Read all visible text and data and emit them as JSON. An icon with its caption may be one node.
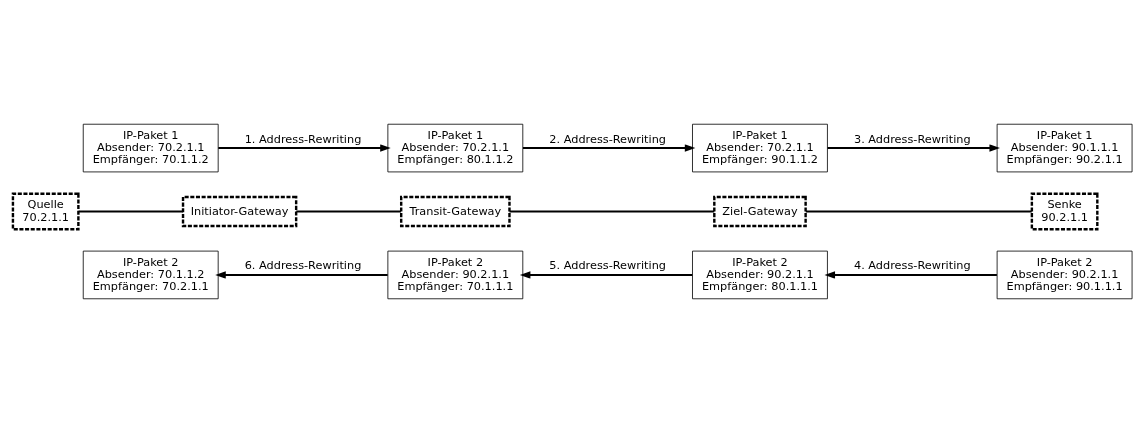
{
  "diagram": {
    "nodes": [
      {
        "text": [
          "IP-Paket 1",
          "Absender: 70.2.1.1",
          "Empfänger: 70.1.1.2"
        ]
      },
      {
        "text": [
          "IP-Paket 1",
          "Absender: 70.2.1.1",
          "Empfänger: 80.1.1.2"
        ]
      },
      {
        "text": [
          "IP-Paket 1",
          "Absender: 70.2.1.1",
          "Empfänger: 90.1.1.2"
        ]
      },
      {
        "text": [
          "IP-Paket 1",
          "Absender: 90.1.1.1",
          "Empfänger: 90.2.1.1"
        ]
      },
      {
        "text": [
          "Quelle",
          "70.2.1.1"
        ]
      },
      {
        "text": [
          "Initiator-Gateway"
        ]
      },
      {
        "text": [
          "Transit-Gateway"
        ]
      },
      {
        "text": [
          "Ziel-Gateway"
        ]
      },
      {
        "text": [
          "Senke",
          "90.2.1.1"
        ]
      },
      {
        "text": [
          "IP-Paket 2",
          "Absender: 70.1.1.2",
          "Empfänger: 70.2.1.1"
        ]
      },
      {
        "text": [
          "IP-Paket 2",
          "Absender: 90.2.1.1",
          "Empfänger: 70.1.1.1"
        ]
      },
      {
        "text": [
          "IP-Paket 2",
          "Absender: 90.2.1.1",
          "Empfänger: 80.1.1.1"
        ]
      },
      {
        "text": [
          "IP-Paket 2",
          "Absender: 90.2.1.1",
          "Empfänger: 90.1.1.1"
        ]
      }
    ],
    "edges": [
      {
        "from": 0,
        "to": 1,
        "arrow": "to",
        "label": "1. Address-Rewriting"
      },
      {
        "from": 1,
        "to": 2,
        "arrow": "to",
        "label": "2. Address-Rewriting"
      },
      {
        "from": 2,
        "to": 3,
        "arrow": "to",
        "label": "3. Address-Rewriting"
      },
      {
        "from": 4,
        "to": 5,
        "arrow": "none"
      },
      {
        "from": 5,
        "to": 6,
        "arrow": "none"
      },
      {
        "from": 6,
        "to": 7,
        "arrow": "none"
      },
      {
        "from": 7,
        "to": 8,
        "arrow": "none"
      },
      {
        "from": 12,
        "to": 11,
        "arrow": "to",
        "label": "4. Address-Rewriting"
      },
      {
        "from": 11,
        "to": 10,
        "arrow": "to",
        "label": "5. Address-Rewriting"
      },
      {
        "from": 10,
        "to": 9,
        "arrow": "to",
        "label": "6. Address-Rewriting"
      }
    ]
  }
}
